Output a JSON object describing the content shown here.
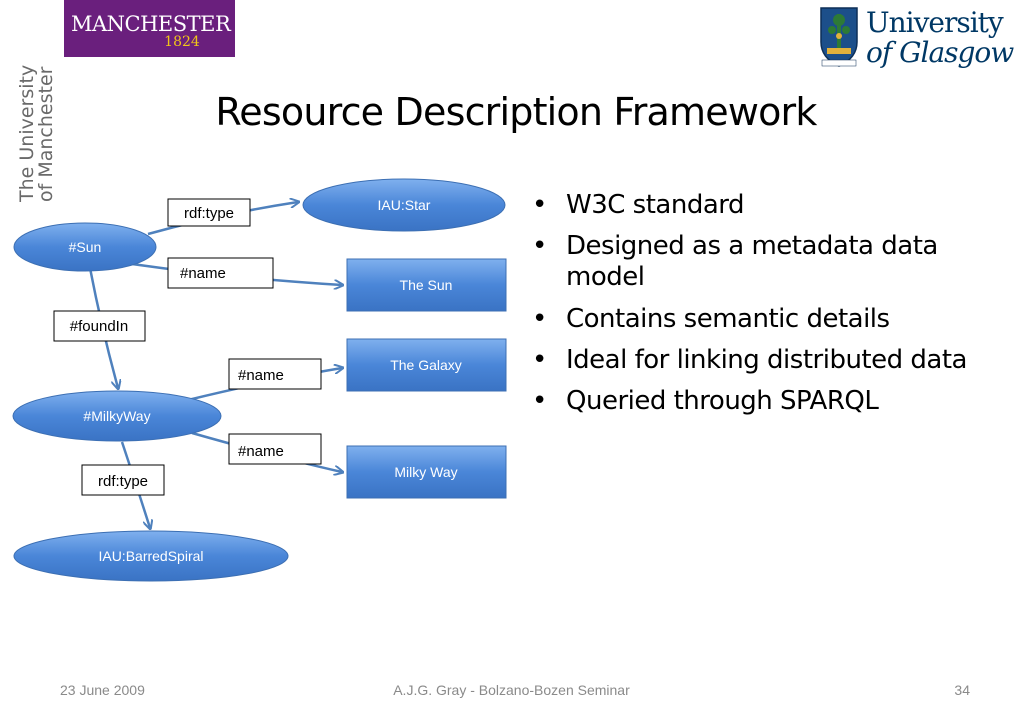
{
  "header": {
    "manchester_logo": {
      "word": "MANCHESTER",
      "year": "1824",
      "bg_color": "#6a1f7d"
    },
    "side_text": {
      "line1": "The University",
      "line2": "of Manchester"
    },
    "glasgow_logo": {
      "line1": "University",
      "line2": "of Glasgow",
      "color": "#003865"
    }
  },
  "slide": {
    "title": "Resource Description Framework",
    "bullets": [
      "W3C standard",
      "Designed as a metadata data model",
      "Contains semantic details",
      "Ideal for linking distributed data",
      "Queried through SPARQL"
    ]
  },
  "diagram": {
    "nodes": {
      "iau_star": "IAU:Star",
      "sun": "#Sun",
      "the_sun": "The Sun",
      "the_galaxy": "The Galaxy",
      "milkyway_node": "#MilkyWay",
      "milky_way": "Milky Way",
      "barred_spiral": "IAU:BarredSpiral"
    },
    "edges": {
      "sun_type": "rdf:type",
      "sun_name": "#name",
      "found_in": "#foundIn",
      "galaxy_name": "#name",
      "milkyway_name": "#name",
      "milkyway_type": "rdf:type"
    },
    "colors": {
      "node_fill": "#4a86d8",
      "edge": "#4f81bd"
    }
  },
  "footer": {
    "date": "23 June 2009",
    "center": "A.J.G. Gray - Bolzano-Bozen Seminar",
    "page": "34"
  }
}
